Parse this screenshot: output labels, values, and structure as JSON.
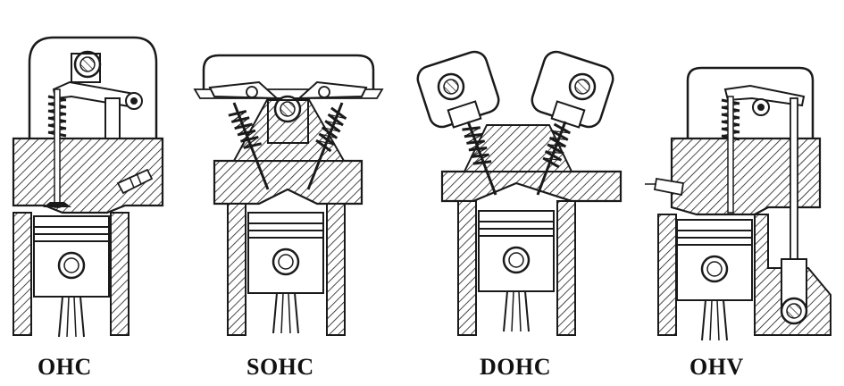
{
  "labels": {
    "ohc": "OHC",
    "sohc": "SOHC",
    "dohc": "DOHC",
    "ohv": "OHV"
  },
  "colors": {
    "ink": "#1a1a1a",
    "background": "#ffffff"
  }
}
